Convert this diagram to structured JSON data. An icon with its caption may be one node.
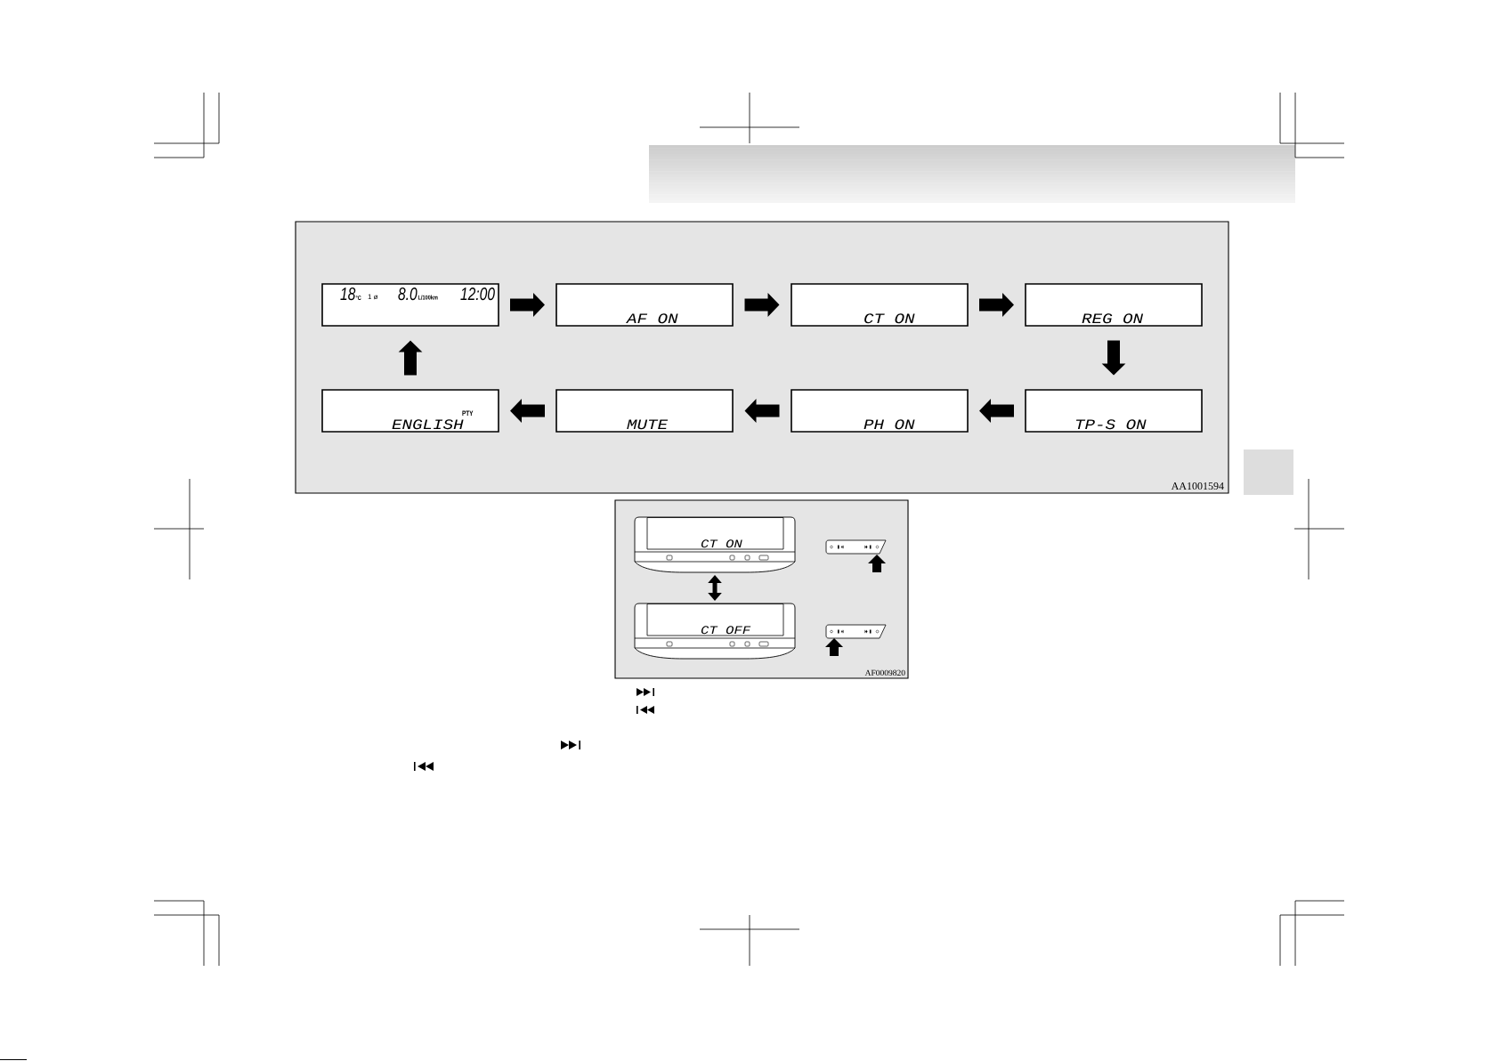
{
  "diagram": {
    "nodes": [
      {
        "text": [
          "AA1001594"
        ]
      },
      {
        "text": [
          "18",
          "°C",
          "1 ø",
          "8.0",
          "L/100km",
          "12:00"
        ],
        "in": 0
      },
      {
        "text": [
          "AF ON"
        ],
        "in": 0
      },
      {
        "text": [
          "CT ON"
        ],
        "in": 0
      },
      {
        "text": [
          "REG ON"
        ],
        "in": 0
      },
      {
        "text": [
          "TP-S ON"
        ],
        "in": 0
      },
      {
        "text": [
          "PH ON"
        ],
        "in": 0
      },
      {
        "text": [
          "MUTE"
        ],
        "in": 0
      },
      {
        "text": [
          "PTY",
          "ENGLISH"
        ],
        "in": 0
      },
      {
        "text": [
          "AF0009820"
        ]
      },
      {
        "text": [
          "CT ON"
        ],
        "in": 9
      },
      {
        "text": [
          "CT OFF"
        ],
        "in": 9
      }
    ],
    "edges": [
      {
        "from": 1,
        "to": 2,
        "arrow": "to"
      },
      {
        "from": 2,
        "to": 3,
        "arrow": "to"
      },
      {
        "from": 3,
        "to": 4,
        "arrow": "to"
      },
      {
        "from": 4,
        "to": 5,
        "arrow": "to"
      },
      {
        "from": 5,
        "to": 6,
        "arrow": "to"
      },
      {
        "from": 6,
        "to": 7,
        "arrow": "to"
      },
      {
        "from": 7,
        "to": 8,
        "arrow": "to"
      },
      {
        "from": 8,
        "to": 1,
        "arrow": "to"
      },
      {
        "from": 10,
        "to": 11,
        "arrow": "both"
      }
    ]
  }
}
